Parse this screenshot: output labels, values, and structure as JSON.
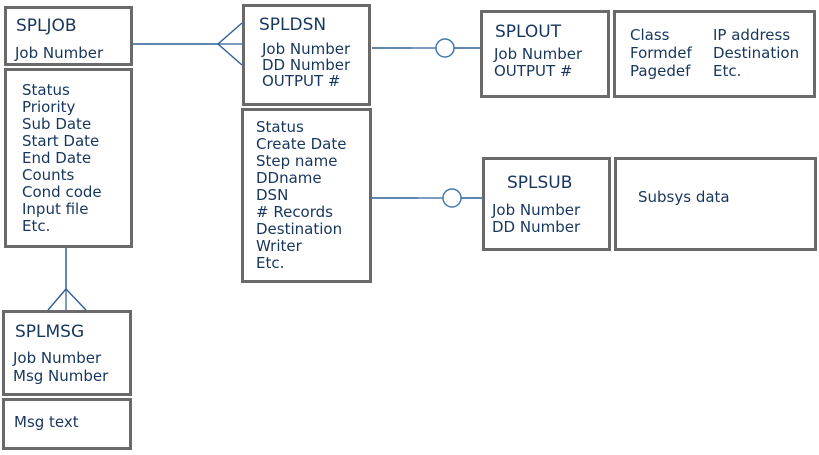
{
  "diagram": {
    "type": "entity-relationship",
    "colors": {
      "entity_text": "#17365d",
      "box_border": "#6a6a6a",
      "connector_line": "#7093bb",
      "connector_symbol": "#2e5e96"
    },
    "entities": {
      "spljob": {
        "name": "SPLJOB",
        "keys": [
          "Job Number"
        ],
        "attributes": [
          "Status",
          "Priority",
          "Sub Date",
          "Start Date",
          "End Date",
          "Counts",
          "Cond code",
          "Input file",
          "Etc."
        ]
      },
      "spldsn": {
        "name": "SPLDSN",
        "keys": [
          "Job Number",
          "DD Number",
          "OUTPUT #"
        ],
        "attributes": [
          "Status",
          "Create Date",
          "Step name",
          "DDname",
          "DSN",
          "# Records",
          "Destination",
          "Writer",
          "Etc."
        ]
      },
      "splout": {
        "name": "SPLOUT",
        "keys": [
          "Job Number",
          "OUTPUT #"
        ],
        "attributes_col1": [
          "Class",
          "Formdef",
          "Pagedef"
        ],
        "attributes_col2": [
          "IP address",
          "Destination",
          "Etc."
        ]
      },
      "splsub": {
        "name": "SPLSUB",
        "keys": [
          "Job Number",
          "DD Number"
        ],
        "attributes": [
          "Subsys data"
        ]
      },
      "splmsg": {
        "name": "SPLMSG",
        "keys": [
          "Job Number",
          "Msg Number"
        ],
        "attributes": [
          "Msg text"
        ]
      }
    },
    "relationships": [
      {
        "from": "SPLJOB",
        "to": "SPLDSN",
        "end_symbol": "crow-foot-many"
      },
      {
        "from": "SPLDSN",
        "to": "SPLOUT",
        "end_symbol": "circle-optional"
      },
      {
        "from": "SPLDSN",
        "to": "SPLSUB",
        "end_symbol": "circle-optional"
      },
      {
        "from": "SPLJOB",
        "to": "SPLMSG",
        "end_symbol": "crow-foot-many"
      }
    ]
  }
}
